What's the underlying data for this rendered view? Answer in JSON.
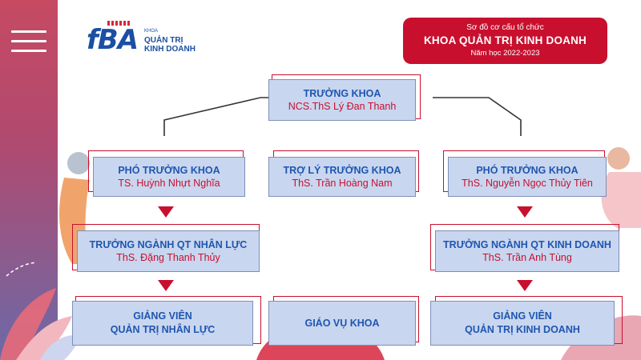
{
  "logo": {
    "mark": "fBA",
    "small": "KHOA",
    "line1": "QUẢN TRỊ",
    "line2": "KINH DOANH"
  },
  "title": {
    "line1": "Sơ đồ cơ cấu tổ chức",
    "line2": "KHOA QUẢN TRỊ KINH DOANH",
    "line3": "Năm học 2022-2023"
  },
  "nodes": {
    "truong_khoa": {
      "role": "TRƯỞNG KHOA",
      "name": "NCS.ThS Lý Đan Thanh"
    },
    "pho_truong_khoa_left": {
      "role": "PHÓ TRƯỞNG KHOA",
      "name": "TS. Huỳnh Nhựt Nghĩa"
    },
    "tro_ly": {
      "role": "TRỢ LÝ TRƯỞNG KHOA",
      "name": "ThS. Trần Hoàng Nam"
    },
    "pho_truong_khoa_right": {
      "role": "PHÓ TRƯỞNG KHOA",
      "name": "ThS. Nguyễn Ngọc Thủy Tiên"
    },
    "truong_nganh_nhan_luc": {
      "role": "TRƯỞNG NGÀNH QT NHÂN LỰC",
      "name": "ThS. Đặng Thanh Thủy"
    },
    "truong_nganh_kinh_doanh": {
      "role": "TRƯỞNG NGÀNH QT KINH DOANH",
      "name": "ThS. Trần Anh Tùng"
    },
    "giang_vien_nhan_luc": {
      "line1": "GIẢNG VIÊN",
      "line2": "QUẢN TRỊ NHÂN LỰC"
    },
    "giao_vu": {
      "label": "GIÁO VỤ KHOA"
    },
    "giang_vien_kinh_doanh": {
      "line1": "GIẢNG VIÊN",
      "line2": "QUẢN TRỊ KINH DOANH"
    }
  },
  "colors": {
    "accent_red": "#c8102e",
    "role_blue": "#1e56b0",
    "box_fill": "#c9d6ef"
  }
}
